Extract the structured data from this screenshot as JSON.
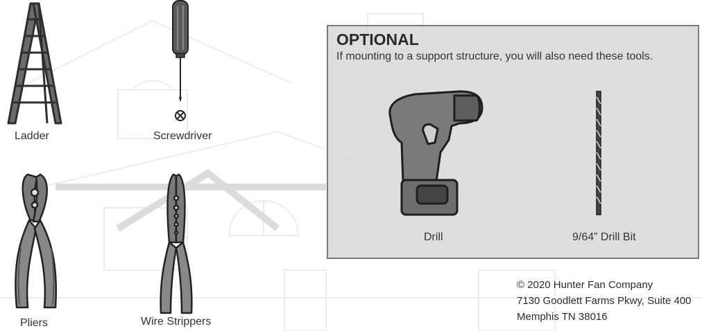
{
  "tools": {
    "ladder": "Ladder",
    "screwdriver": "Screwdriver",
    "pliers": "Pliers",
    "wire_strippers": "Wire Strippers"
  },
  "optional": {
    "title": "OPTIONAL",
    "description": "If mounting to a support structure, you will also need these tools.",
    "drill": "Drill",
    "drill_bit": "9/64” Drill Bit"
  },
  "footer": {
    "copyright": "© 2020 Hunter Fan Company",
    "address": "7130 Goodlett Farms Pkwy, Suite 400",
    "city": "Memphis TN 38016"
  },
  "colors": {
    "tool_gray": "#7a7a7a",
    "tool_dark": "#4a4a4a",
    "box_bg": "#d7d7d7",
    "box_border": "#7a7a7a"
  }
}
